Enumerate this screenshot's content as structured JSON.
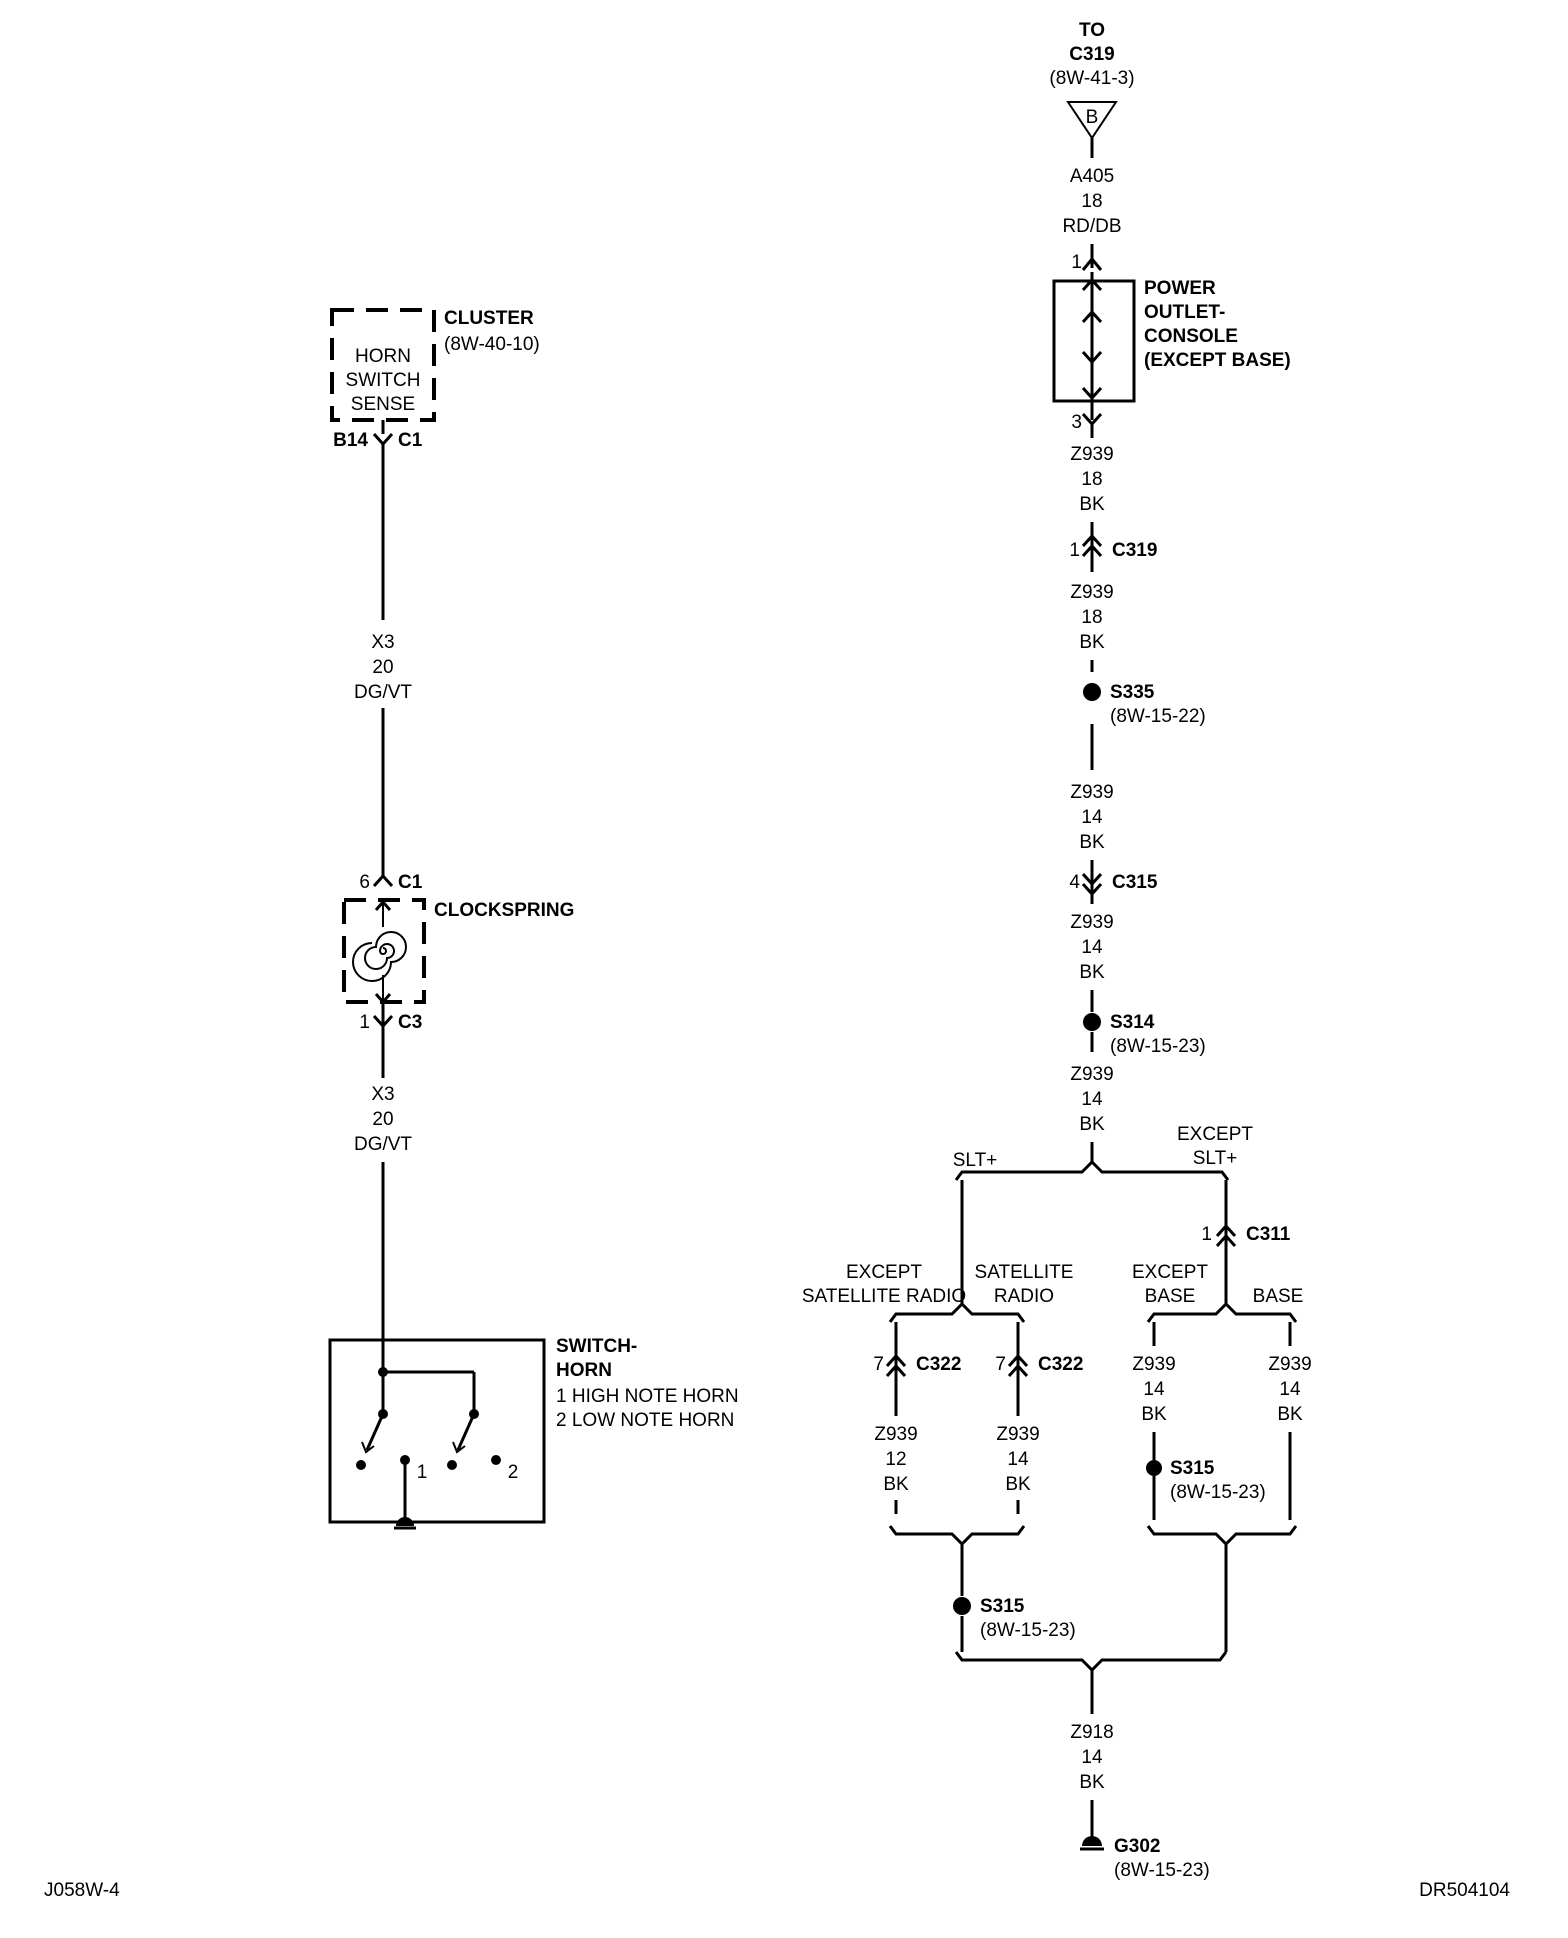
{
  "top": {
    "to": "TO",
    "connector": "C319",
    "ref": "(8W-41-3)",
    "marker": "B"
  },
  "wire_a405": {
    "circuit": "A405",
    "gauge": "18",
    "color": "RD/DB"
  },
  "power_outlet": {
    "pin_in": "1",
    "pin_out": "3",
    "title": [
      "POWER",
      "OUTLET-",
      "CONSOLE",
      "(EXCEPT BASE)"
    ]
  },
  "wire_z939_18a": {
    "circuit": "Z939",
    "gauge": "18",
    "color": "BK"
  },
  "c319": {
    "pin": "1",
    "name": "C319"
  },
  "wire_z939_18b": {
    "circuit": "Z939",
    "gauge": "18",
    "color": "BK"
  },
  "s335": {
    "name": "S335",
    "ref": "(8W-15-22)"
  },
  "wire_z939_14a": {
    "circuit": "Z939",
    "gauge": "14",
    "color": "BK"
  },
  "c315": {
    "pin": "4",
    "name": "C315"
  },
  "wire_z939_14b": {
    "circuit": "Z939",
    "gauge": "14",
    "color": "BK"
  },
  "s314": {
    "name": "S314",
    "ref": "(8W-15-23)"
  },
  "wire_z939_14c": {
    "circuit": "Z939",
    "gauge": "14",
    "color": "BK"
  },
  "branch_main": {
    "left": "SLT+",
    "right_line1": "EXCEPT",
    "right_line2": "SLT+"
  },
  "c311": {
    "pin": "1",
    "name": "C311"
  },
  "branch_radio": {
    "left_line1": "EXCEPT",
    "left_line2": "SATELLITE RADIO",
    "right_line1": "SATELLITE",
    "right_line2": "RADIO"
  },
  "branch_base": {
    "left_line1": "EXCEPT",
    "left_line2": "BASE",
    "right": "BASE"
  },
  "c322_left": {
    "pin": "7",
    "name": "C322"
  },
  "c322_right": {
    "pin": "7",
    "name": "C322"
  },
  "wire_z939_12": {
    "circuit": "Z939",
    "gauge": "12",
    "color": "BK"
  },
  "wire_z939_14d": {
    "circuit": "Z939",
    "gauge": "14",
    "color": "BK"
  },
  "wire_z939_14e": {
    "circuit": "Z939",
    "gauge": "14",
    "color": "BK"
  },
  "wire_z939_14f": {
    "circuit": "Z939",
    "gauge": "14",
    "color": "BK"
  },
  "s315_right": {
    "name": "S315",
    "ref": "(8W-15-23)"
  },
  "s315_left": {
    "name": "S315",
    "ref": "(8W-15-23)"
  },
  "wire_z918": {
    "circuit": "Z918",
    "gauge": "14",
    "color": "BK"
  },
  "g302": {
    "name": "G302",
    "ref": "(8W-15-23)"
  },
  "cluster": {
    "title": "CLUSTER",
    "ref": "(8W-40-10)",
    "inner": [
      "HORN",
      "SWITCH",
      "SENSE"
    ],
    "pin": "B14",
    "connector": "C1"
  },
  "wire_x3_a": {
    "circuit": "X3",
    "gauge": "20",
    "color": "DG/VT"
  },
  "clockspring": {
    "title": "CLOCKSPRING",
    "pin_top": "6",
    "conn_top": "C1",
    "pin_bottom": "1",
    "conn_bottom": "C3"
  },
  "wire_x3_b": {
    "circuit": "X3",
    "gauge": "20",
    "color": "DG/VT"
  },
  "switch_horn": {
    "title1": "SWITCH-",
    "title2": "HORN",
    "line1": "1 HIGH NOTE HORN",
    "line2": "2 LOW NOTE HORN",
    "contact1": "1",
    "contact2": "2"
  },
  "footer": {
    "left": "J058W-4",
    "right": "DR504104"
  }
}
